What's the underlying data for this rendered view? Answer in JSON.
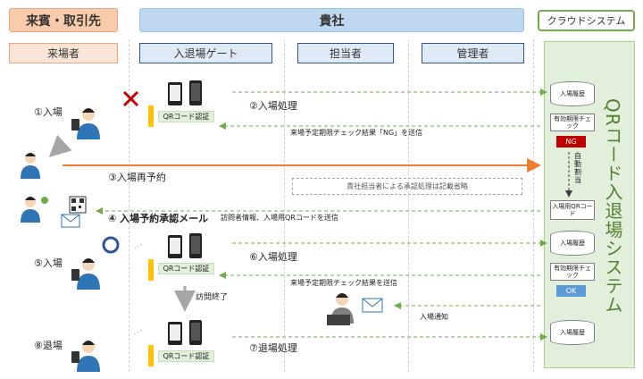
{
  "headers": {
    "guest": "来賓・取引先",
    "company": "貴社",
    "cloud": "クラウドシステム"
  },
  "lanes": {
    "visitor": "来場者",
    "gate": "入退場ゲート",
    "staff": "担当者",
    "admin": "管理者"
  },
  "system_title": "QRコード入退場システム",
  "steps": {
    "s1": "①入場",
    "s2": "②入場処理",
    "s3": "③入場再予約",
    "s4": "④ 入場予約承認メール",
    "s5": "⑤入場",
    "s6": "⑥入場処理",
    "s7": "⑦退場処理",
    "s8": "⑧退場"
  },
  "labels": {
    "qr_auth": "QRコード認証",
    "ng_result": "来場予定期限チェック結果「NG」を送信",
    "approval_skip": "貴社担当者による承認処理は記載省略",
    "visitor_info": "訪問者情報、入場用QRコードを送信",
    "visit_end": "訪問終了",
    "check_result": "来場予定期限チェック結果を送信",
    "entry_notice": "入場通知",
    "auto_alloc": "自動割当"
  },
  "system_boxes": {
    "entry_history": "入場履歴",
    "expiry_check": "有効期限チェック",
    "ng": "NG",
    "entry_qr": "入場用QRコード",
    "ok": "OK",
    "exit_history": "入場履歴"
  },
  "colors": {
    "green_arrow": "#70ad47",
    "orange_arrow": "#ed7d31",
    "ng_red": "#c00000",
    "ok_blue": "#5b9bd5",
    "system_green": "#548235"
  }
}
